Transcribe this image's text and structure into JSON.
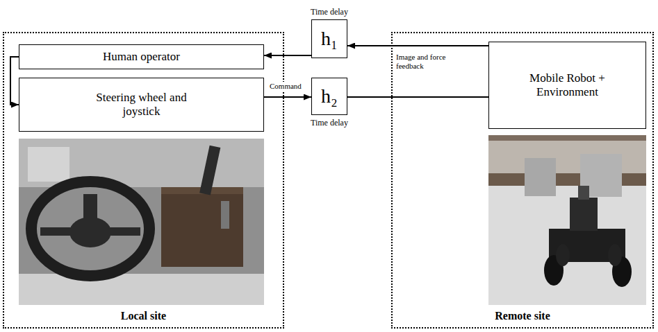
{
  "diagram": {
    "nodes": [
      {
        "text": [
          "Local site"
        ]
      },
      {
        "text": [
          "Human operator"
        ],
        "in": 0
      },
      {
        "text": [
          "Steering wheel and joystick"
        ],
        "in": 0
      },
      {
        "text": [
          "Time delay",
          "h₁"
        ]
      },
      {
        "text": [
          "h₂",
          "Time delay"
        ]
      },
      {
        "text": [
          "Remote site"
        ]
      },
      {
        "text": [
          "Mobile Robot + Environment"
        ],
        "in": 5
      }
    ],
    "edges": [
      {
        "from": 6,
        "to": 3,
        "arrow": "to",
        "label": "Image and force feedback"
      },
      {
        "from": 3,
        "to": 1,
        "arrow": "to"
      },
      {
        "from": 1,
        "to": 2,
        "arrow": "to"
      },
      {
        "from": 2,
        "to": 4,
        "arrow": "to",
        "label": "Command"
      },
      {
        "from": 4,
        "to": 6,
        "arrow": "none"
      }
    ]
  }
}
